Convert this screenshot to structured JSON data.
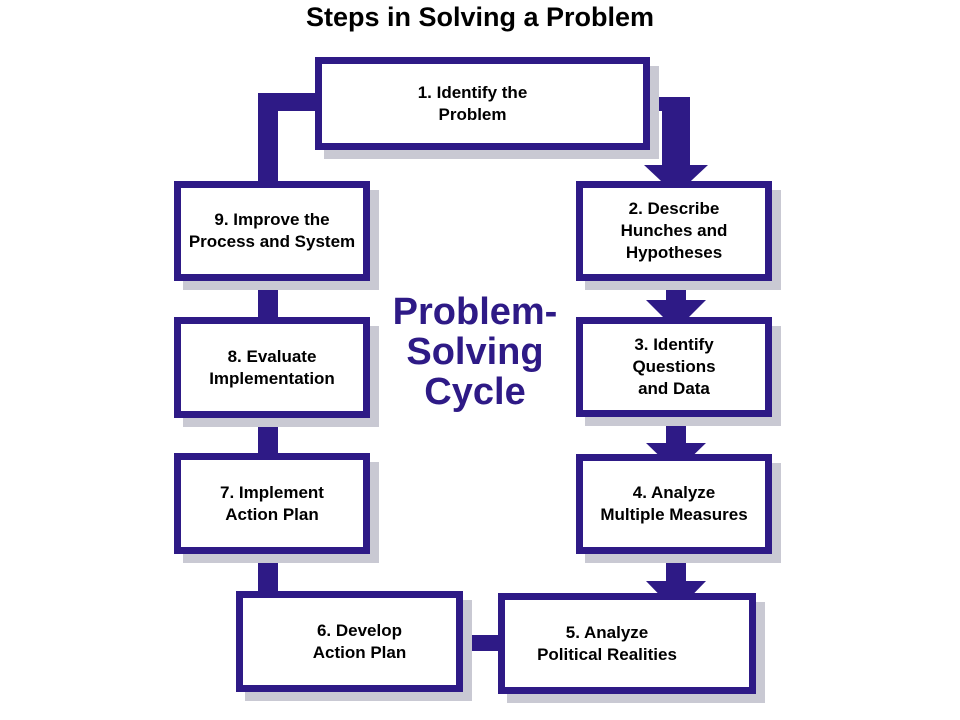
{
  "title": "Steps in Solving a Problem",
  "center_label": {
    "line1": "Problem-",
    "line2": "Solving",
    "line3": "Cycle"
  },
  "colors": {
    "primary": "#2e1a86",
    "shadow": "#c9c9d3",
    "background": "#ffffff"
  },
  "steps": [
    {
      "lines": [
        "1.  Identify the",
        "Problem"
      ]
    },
    {
      "lines": [
        "2.  Describe",
        "Hunches and",
        "Hypotheses"
      ]
    },
    {
      "lines": [
        "3.  Identify",
        "Questions",
        "and Data"
      ]
    },
    {
      "lines": [
        "4.  Analyze",
        "Multiple Measures"
      ]
    },
    {
      "lines": [
        "5.  Analyze",
        "Political Realities"
      ]
    },
    {
      "lines": [
        "6.  Develop",
        "Action Plan"
      ]
    },
    {
      "lines": [
        "7.  Implement",
        "Action Plan"
      ]
    },
    {
      "lines": [
        "8.  Evaluate",
        "Implementation"
      ]
    },
    {
      "lines": [
        "9.  Improve the",
        "Process and System"
      ]
    }
  ]
}
